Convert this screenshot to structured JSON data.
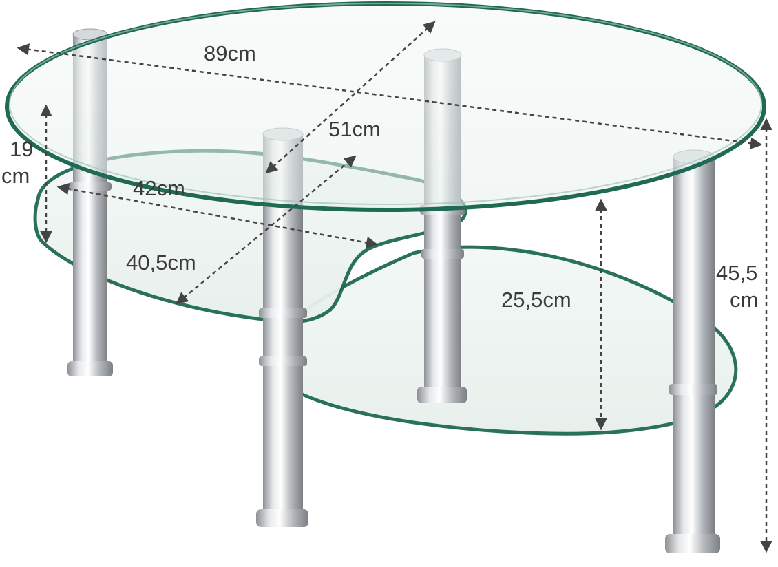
{
  "dimensions": {
    "length": "89cm",
    "depth": "51cm",
    "side_shelf_length": "42cm",
    "side_shelf_depth": "40,5cm",
    "top_gap_value": "19",
    "top_gap_unit": "cm",
    "lower_gap": "25,5cm",
    "height_value": "45,5",
    "height_unit": "cm"
  },
  "colors": {
    "glass_edge": "#1f6a52",
    "glass_fill": "#eef5f3",
    "chrome": "#c9cccf",
    "arrow": "#444444",
    "text": "#3a3a3a"
  }
}
